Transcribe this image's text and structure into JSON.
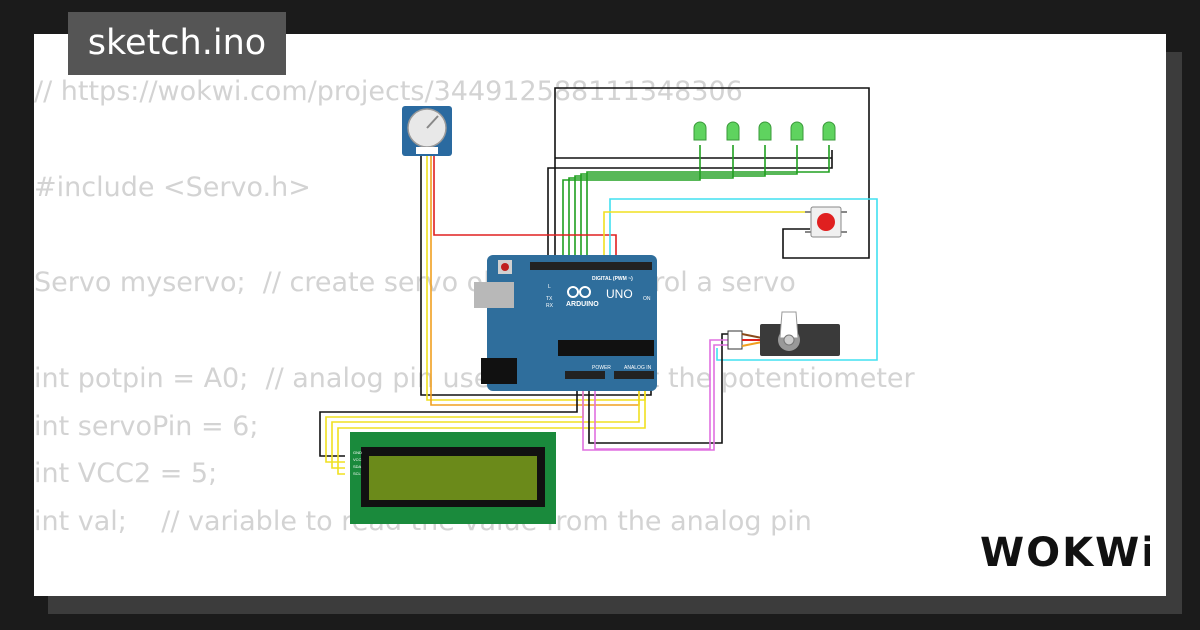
{
  "window": {
    "title": "sketch.ino"
  },
  "code_lines": [
    "// https://wokwi.com/projects/344912588111348306",
    "",
    "#include <Servo.h>",
    "",
    "Servo myservo;  // create servo object to control a servo",
    "",
    "int potpin = A0;  // analog pin used to connect the potentiometer",
    "int servoPin = 6;",
    "int VCC2 = 5;",
    "int val;    // variable to read the value from the analog pin"
  ],
  "board": {
    "name": "UNO",
    "brand": "ARDUINO",
    "digital_header": "DIGITAL (PWM ~)",
    "power_header": "POWER",
    "analog_header": "ANALOG IN",
    "tx": "TX",
    "rx": "RX",
    "led_l": "L",
    "on": "ON"
  },
  "lcd": {
    "pins": [
      "GND",
      "VCC",
      "SDA",
      "SCL"
    ]
  },
  "logo": {
    "text": "WOKWi"
  },
  "colors": {
    "background": "#1b1b1b",
    "card": "#ffffff",
    "code_text": "#d3d3d3",
    "title_tab": "#555555",
    "arduino_blue": "#2f6e9c",
    "lcd_pcb": "#1a8a3c",
    "lcd_screen": "#6b8a1a",
    "led_green": "#5fd35f",
    "button_red": "#e02020",
    "wire_red": "#e02020",
    "wire_yellow": "#f0e020",
    "wire_cyan": "#40e0f0",
    "wire_green": "#20a020",
    "wire_pink": "#e070e0",
    "wire_black": "#111111"
  },
  "icons": [
    "potentiometer-icon",
    "arduino-uno-board",
    "lcd-1602-module",
    "servo-motor-icon",
    "pushbutton-icon",
    "led-icon"
  ]
}
